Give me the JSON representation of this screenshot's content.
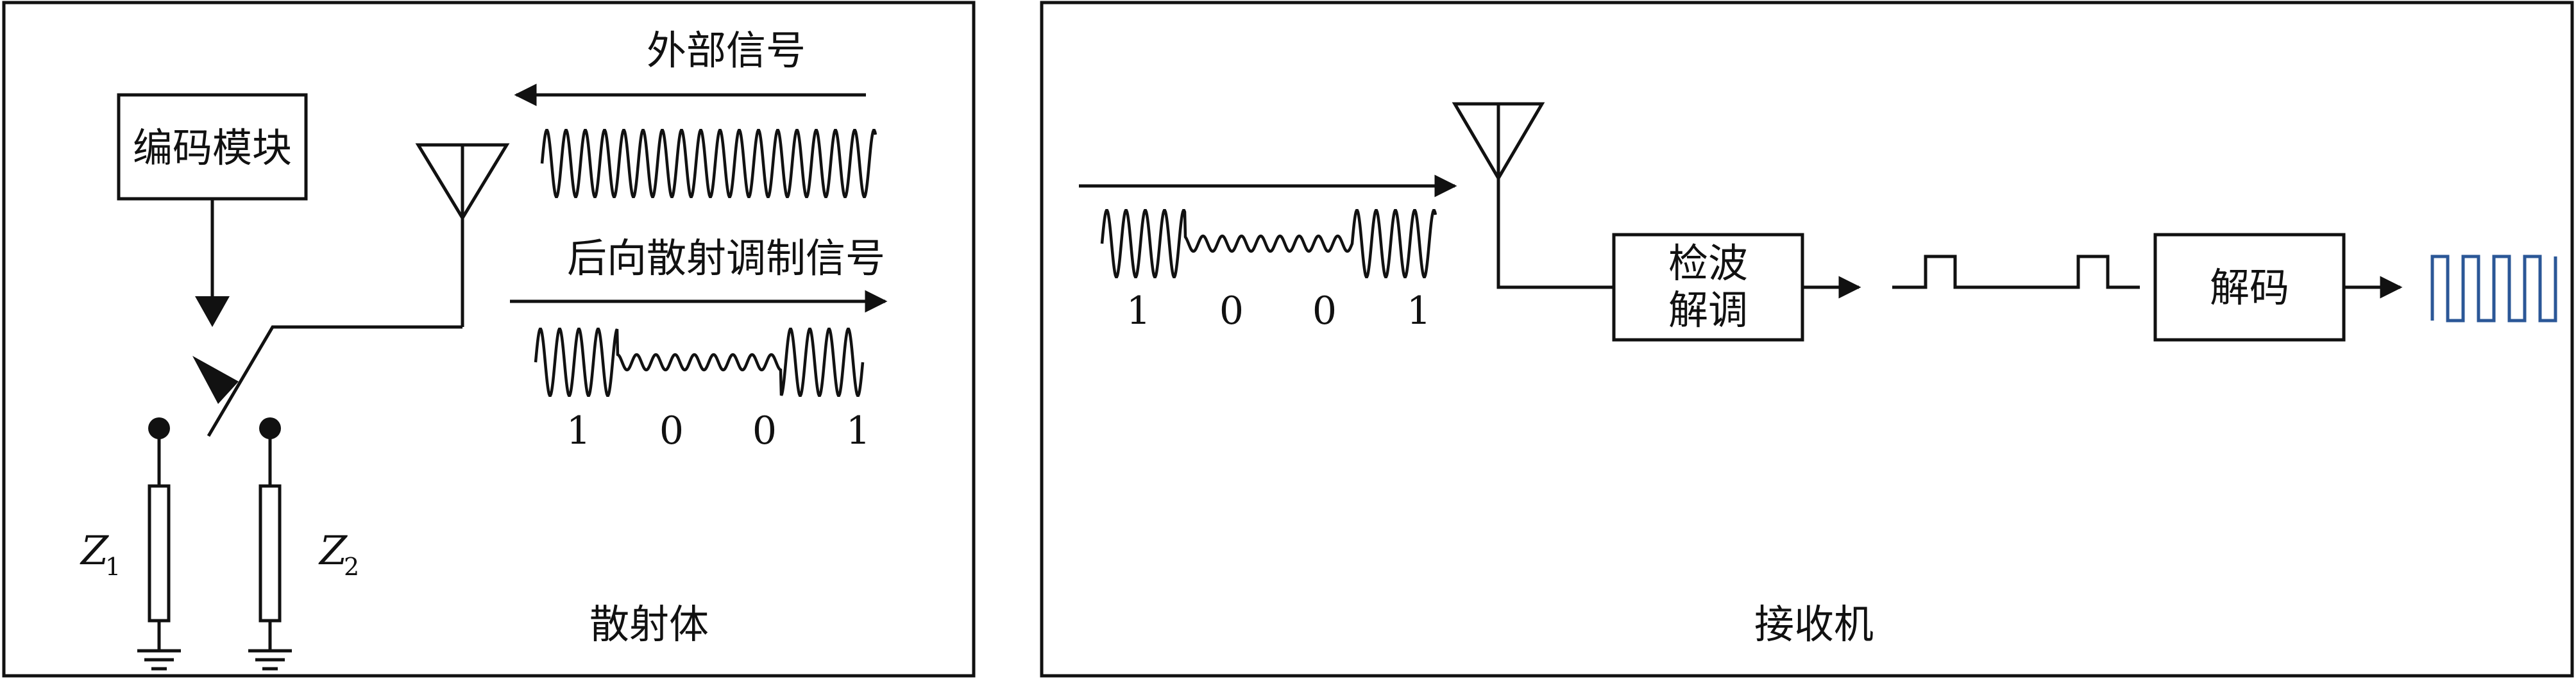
{
  "scatterer": {
    "panel_label": "散射体",
    "external_signal_label": "外部信号",
    "backscatter_label": "后向散射调制信号",
    "encoder_label": "编码模块",
    "bits": [
      "1",
      "0",
      "0",
      "1"
    ],
    "impedances": [
      {
        "symbol": "Z",
        "sub": "1"
      },
      {
        "symbol": "Z",
        "sub": "2"
      }
    ]
  },
  "receiver": {
    "panel_label": "接收机",
    "bits": [
      "1",
      "0",
      "0",
      "1"
    ],
    "detect_label_line1": "检波",
    "detect_label_line2": "解调",
    "decode_label": "解码"
  },
  "colors": {
    "line": "#111111",
    "output_wave": "#2b5797"
  }
}
